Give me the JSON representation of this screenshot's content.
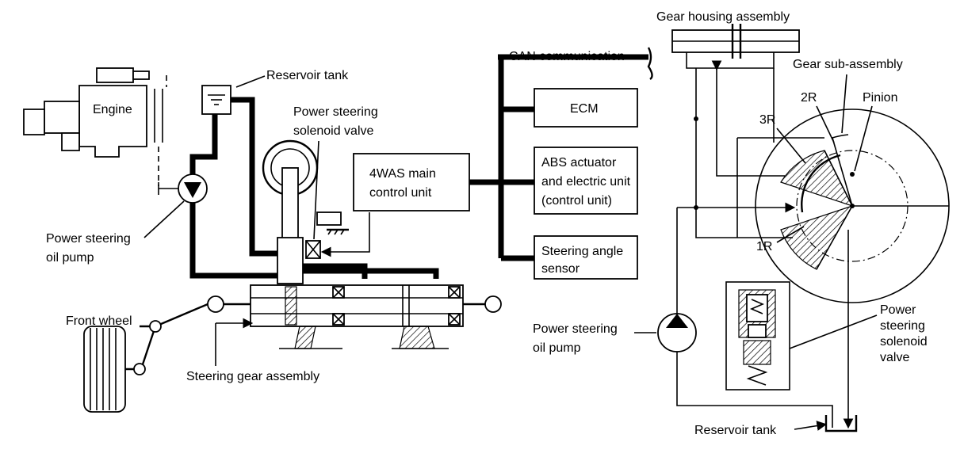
{
  "labels": {
    "engine": "Engine",
    "reservoir_tank_left": "Reservoir tank",
    "ps_solenoid_valve_left_1": "Power steering",
    "ps_solenoid_valve_left_2": "solenoid valve",
    "ps_oil_pump_left_1": "Power steering",
    "ps_oil_pump_left_2": "oil pump",
    "front_wheel": "Front wheel",
    "steering_gear_assembly": "Steering gear assembly",
    "main_control_unit_1": "4WAS main",
    "main_control_unit_2": "control unit",
    "can_communication": "CAN communication",
    "ecm": "ECM",
    "abs_1": "ABS actuator",
    "abs_2": "and electric unit",
    "abs_3": "(control unit)",
    "steering_angle_sensor_1": "Steering angle",
    "steering_angle_sensor_2": "sensor",
    "gear_housing_assembly": "Gear housing assembly",
    "gear_sub_assembly": "Gear sub-assembly",
    "pinion": "Pinion",
    "chamber_2r": "2R",
    "chamber_3r": "3R",
    "chamber_1r": "1R",
    "ps_oil_pump_right_1": "Power steering",
    "ps_oil_pump_right_2": "oil pump",
    "ps_solenoid_valve_right_1": "Power",
    "ps_solenoid_valve_right_2": "steering",
    "ps_solenoid_valve_right_3": "solenoid",
    "ps_solenoid_valve_right_4": "valve",
    "reservoir_tank_right": "Reservoir tank"
  },
  "colors": {
    "line": "#000000",
    "background": "#ffffff"
  }
}
